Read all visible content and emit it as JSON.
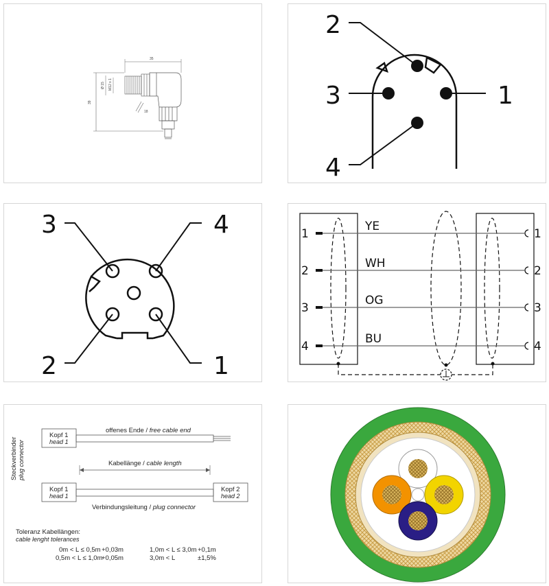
{
  "dimension_drawing": {
    "dim_width": "35",
    "dim_height": "39",
    "dim_diameter": "Ø 15",
    "dim_thread": "M12 x 1",
    "dim_wrench": "18"
  },
  "male_face": {
    "pins": [
      "1",
      "2",
      "3",
      "4"
    ]
  },
  "female_face": {
    "pins": [
      "1",
      "2",
      "3",
      "4"
    ]
  },
  "wiring": {
    "left_pins": [
      "1",
      "2",
      "3",
      "4"
    ],
    "right_pins": [
      "1",
      "2",
      "3",
      "4"
    ],
    "wires": [
      {
        "label": "YE",
        "color": "#f2d400"
      },
      {
        "label": "WH",
        "color": "#ffffff"
      },
      {
        "label": "OG",
        "color": "#f39200"
      },
      {
        "label": "BU",
        "color": "#2a1e85"
      }
    ]
  },
  "cable_length": {
    "side_label": "Steckverbinder",
    "side_label_en": "plug connector",
    "head1": "Kopf 1",
    "head1_en": "head 1",
    "head2": "Kopf 2",
    "head2_en": "head 2",
    "free_end": "offenes Ende /",
    "free_end_en": "free cable end",
    "cable_len": "Kabellänge /",
    "cable_len_en": "cable length",
    "plug_conn": "Verbindungsleitung /",
    "plug_conn_en": "plug connector",
    "tolerance_title": "Toleranz Kabellängen:",
    "tolerance_title_en": "cable lenght tolerances",
    "tolerances": [
      {
        "range": "0m < L ≤ 0,5m",
        "tol": "+0,03m"
      },
      {
        "range": "0,5m < L ≤ 1,0m",
        "tol": "+0,05m"
      },
      {
        "range": "1,0m < L ≤ 3,0m",
        "tol": "+0,1m"
      },
      {
        "range": "3,0m < L",
        "tol": "±1,5%"
      }
    ]
  },
  "cross_section": {
    "jacket_color": "#3aa83e",
    "braid_color": "#d9b55c",
    "cores": [
      {
        "color": "#ffffff"
      },
      {
        "color": "#f39200"
      },
      {
        "color": "#f2d400"
      },
      {
        "color": "#2a1e85"
      }
    ]
  }
}
